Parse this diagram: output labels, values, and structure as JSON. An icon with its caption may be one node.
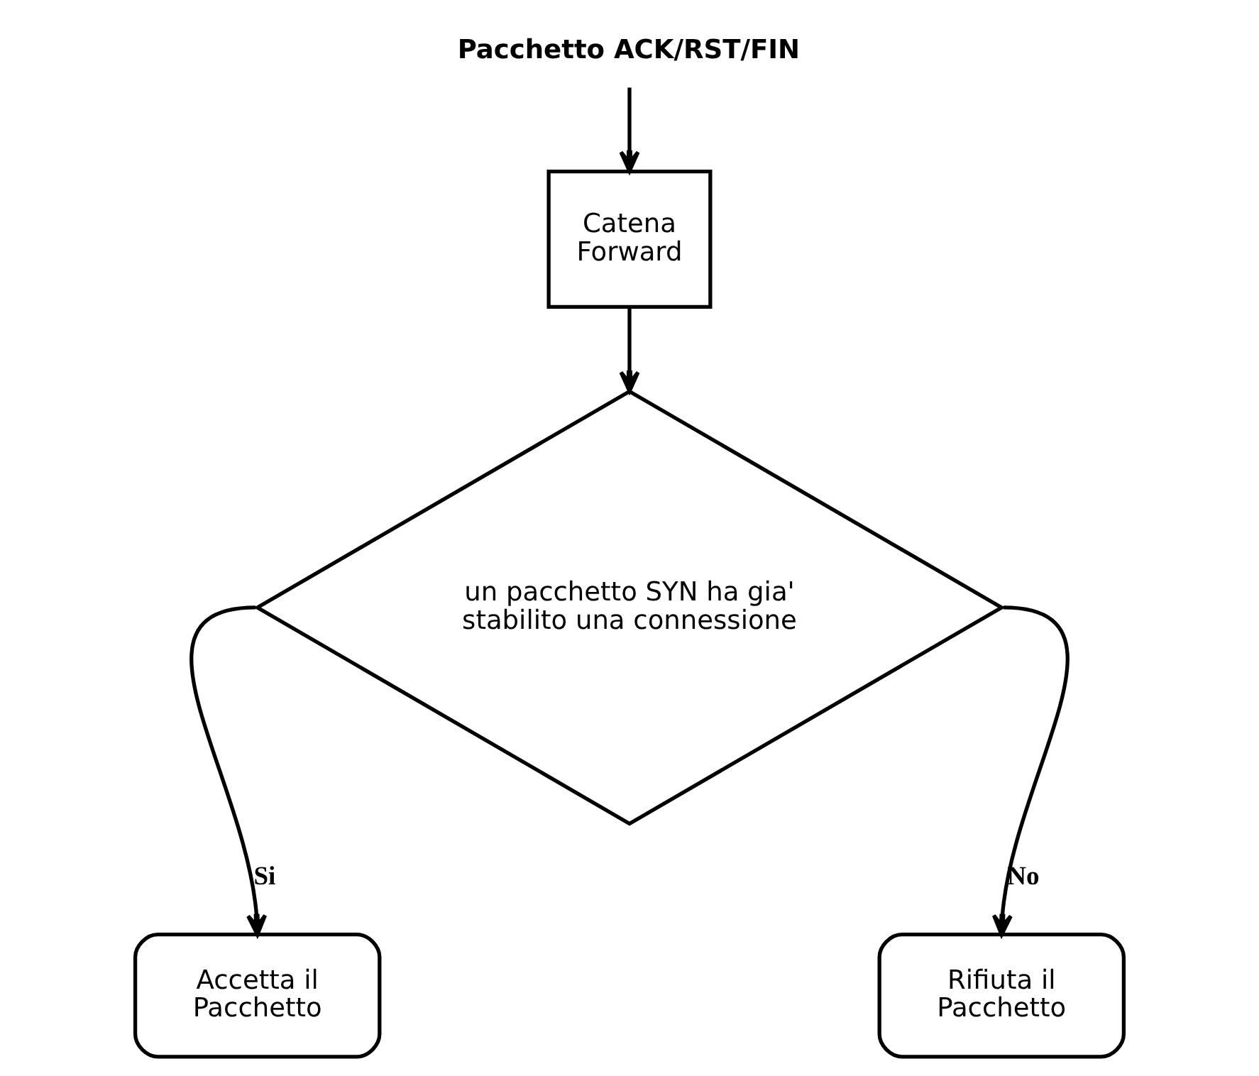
{
  "diagram": {
    "nodes": [
      {
        "text": [
          "Pacchetto ACK/RST/FIN"
        ]
      },
      {
        "text": [
          "Catena Forward"
        ]
      },
      {
        "text": [
          "un pacchetto SYN ha gia' stabilito una connessione"
        ]
      },
      {
        "text": [
          "Accetta il Pacchetto"
        ]
      },
      {
        "text": [
          "Rifiuta il Pacchetto"
        ]
      }
    ],
    "edges": [
      {
        "from": 0,
        "to": 1,
        "arrow": "to"
      },
      {
        "from": 1,
        "to": 2,
        "arrow": "to"
      },
      {
        "from": 2,
        "to": 3,
        "arrow": "to",
        "label": "Si"
      },
      {
        "from": 2,
        "to": 4,
        "arrow": "to",
        "label": "No"
      }
    ]
  }
}
